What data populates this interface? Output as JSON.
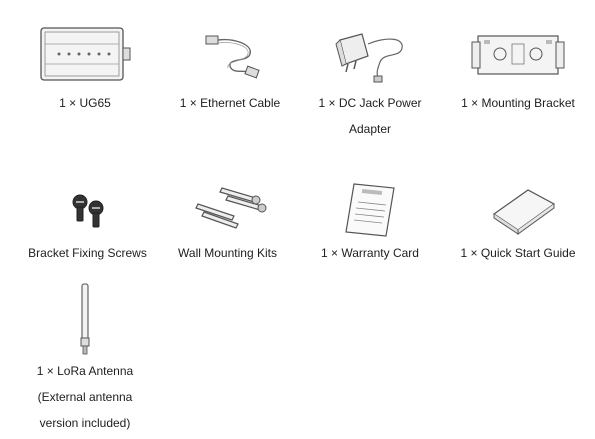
{
  "items": [
    {
      "icon": "gateway-device-icon",
      "lines": [
        "1 × UG65"
      ]
    },
    {
      "icon": "ethernet-cable-icon",
      "lines": [
        "1 × Ethernet Cable"
      ]
    },
    {
      "icon": "power-adapter-icon",
      "lines": [
        "1 × DC Jack Power",
        "Adapter"
      ]
    },
    {
      "icon": "mounting-bracket-icon",
      "lines": [
        "1 × Mounting Bracket"
      ]
    },
    {
      "icon": "screws-icon",
      "lines": [
        "Bracket Fixing Screws"
      ]
    },
    {
      "icon": "wall-mount-kit-icon",
      "lines": [
        "Wall Mounting Kits"
      ]
    },
    {
      "icon": "warranty-card-icon",
      "lines": [
        "1 × Warranty Card"
      ]
    },
    {
      "icon": "quick-start-guide-icon",
      "lines": [
        "1 × Quick Start Guide"
      ]
    },
    {
      "icon": "lora-antenna-icon",
      "lines": [
        "1 × LoRa Antenna",
        "(External antenna",
        "version included)"
      ]
    }
  ],
  "colors": {
    "line_art": "#555555",
    "text": "#1e1e1e"
  }
}
